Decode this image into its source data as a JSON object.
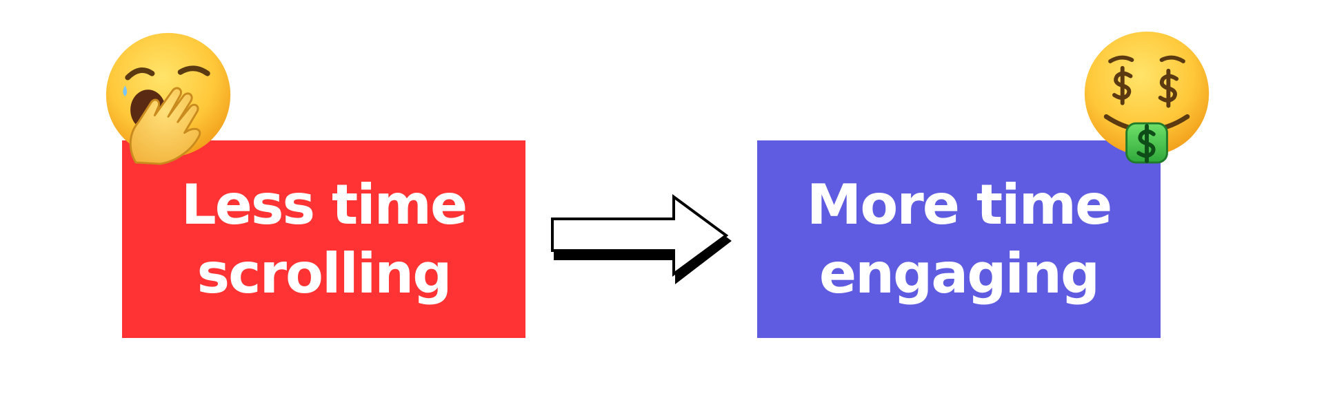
{
  "left_box": {
    "line1": "Less time",
    "line2": "scrolling",
    "color": "#FF3333"
  },
  "right_box": {
    "line1": "More time",
    "line2": "engaging",
    "color": "#5F5CE1"
  },
  "arrow": {
    "icon": "right-arrow-icon",
    "fill": "#FFFFFF",
    "shadow": "#000000"
  },
  "left_emoji": {
    "icon": "yawning-face-icon"
  },
  "right_emoji": {
    "icon": "money-mouth-face-icon"
  }
}
